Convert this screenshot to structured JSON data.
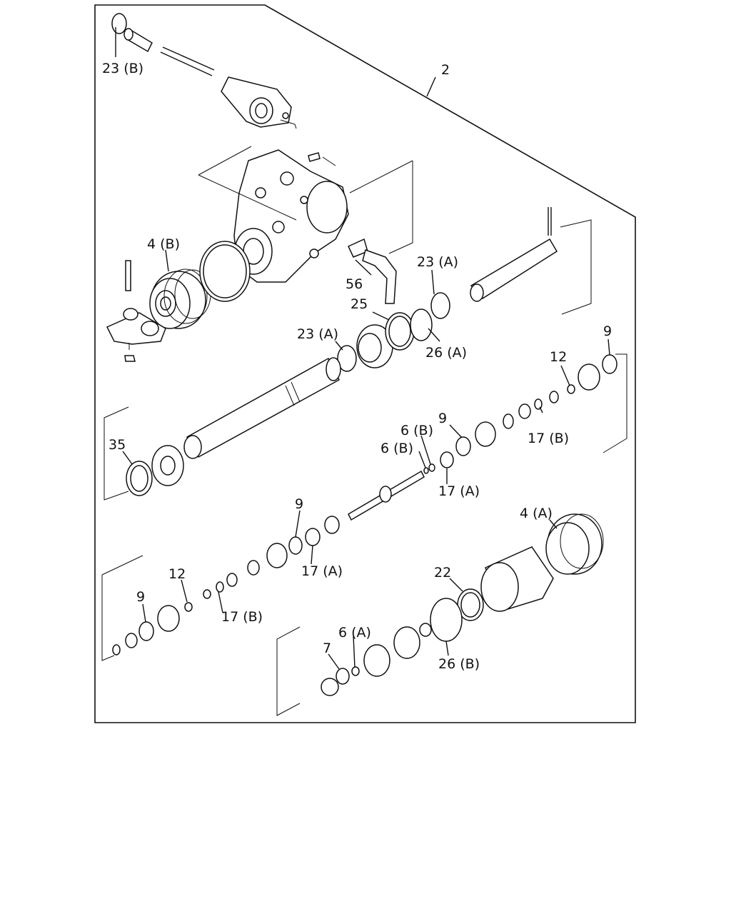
{
  "labels": {
    "l_23b": "23 (B)",
    "l_2": "2",
    "l_4b": "4 (B)",
    "l_56": "56",
    "l_23a_top": "23 (A)",
    "l_25": "25",
    "l_23a_mid": "23 (A)",
    "l_26a": "26 (A)",
    "l_9_right": "9",
    "l_12_right": "12",
    "l_17b_right": "17 (B)",
    "l_9_mid": "9",
    "l_6b_top": "6 (B)",
    "l_6b_bottom": "6 (B)",
    "l_35": "35",
    "l_17a_right": "17 (A)",
    "l_9_lower": "9",
    "l_4a": "4 (A)",
    "l_17a_lower": "17 (A)",
    "l_12_left": "12",
    "l_22": "22",
    "l_9_left": "9",
    "l_17b_left": "17 (B)",
    "l_6a": "6 (A)",
    "l_7": "7",
    "l_26b": "26 (B)"
  }
}
